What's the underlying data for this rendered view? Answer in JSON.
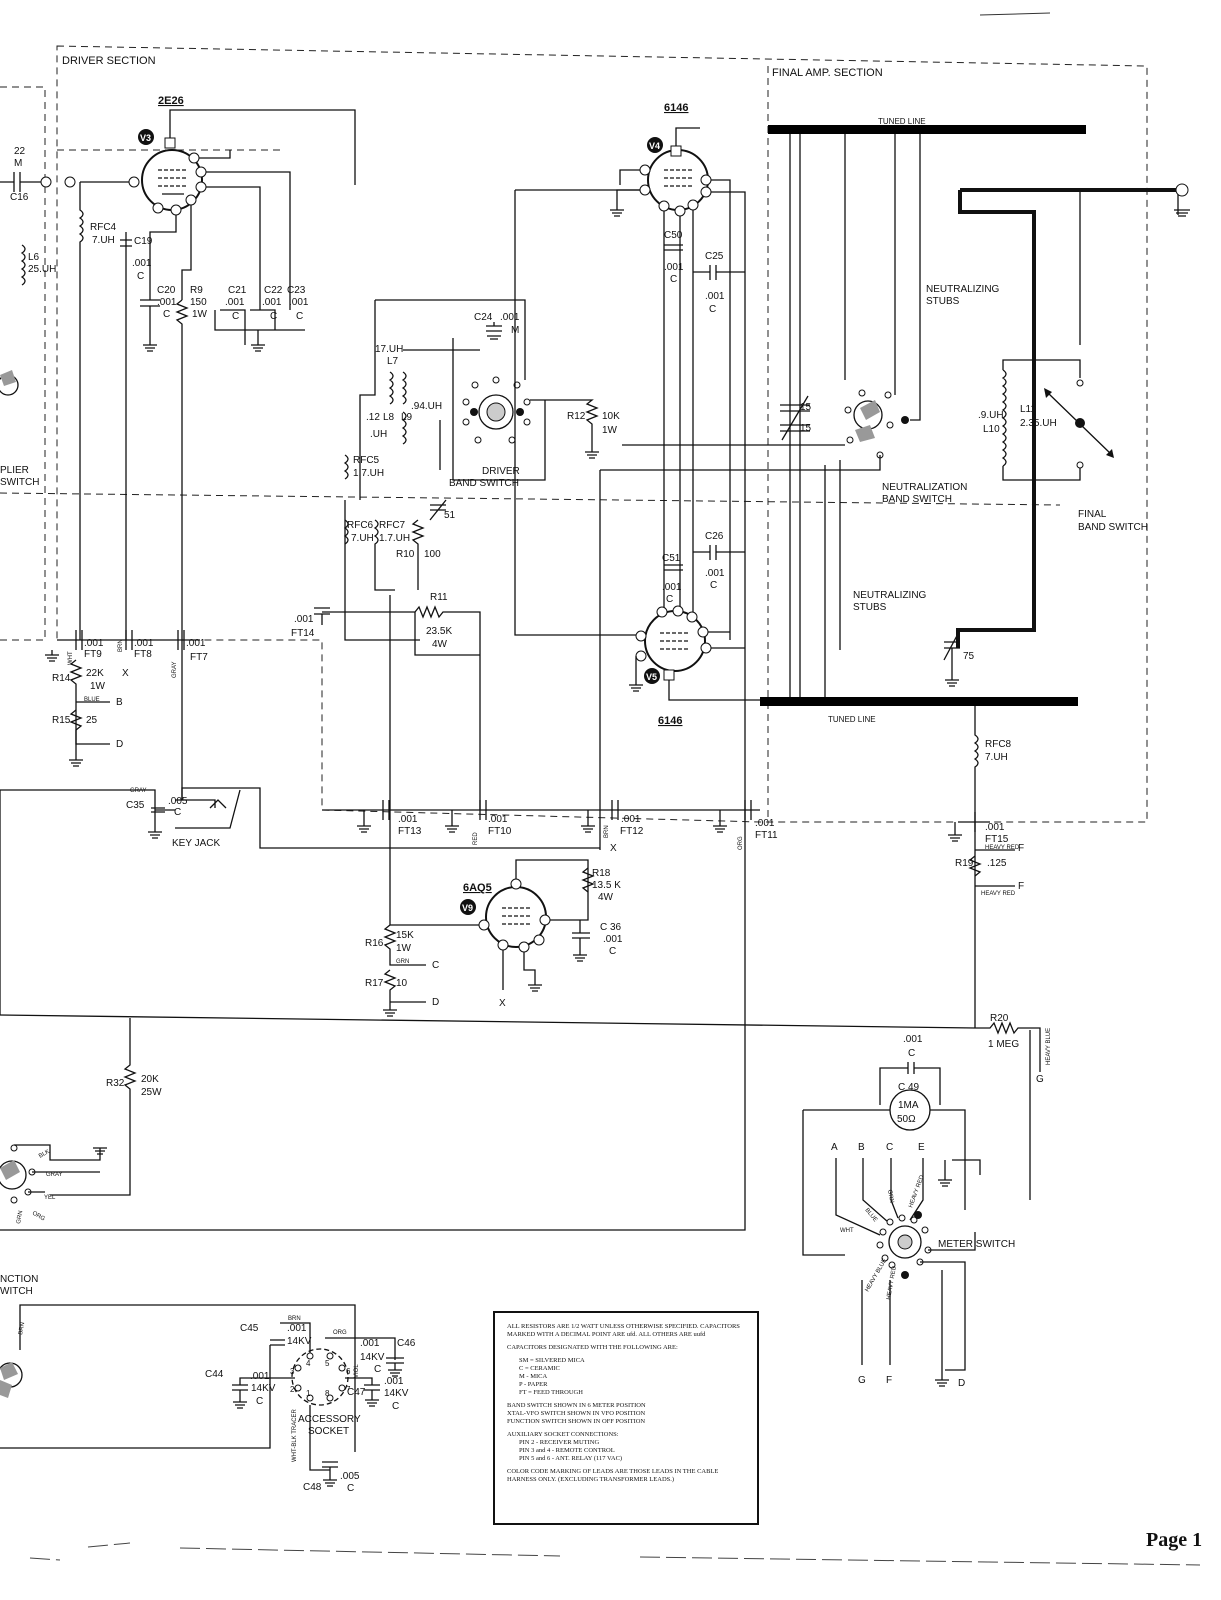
{
  "sections": {
    "driver": "DRIVER SECTION",
    "final_amp": "FINAL AMP. SECTION"
  },
  "tubes": {
    "v3": {
      "type": "2E26",
      "ref": "V3"
    },
    "v4": {
      "type": "6146",
      "ref": "V4"
    },
    "v5": {
      "type": "6146",
      "ref": "V5"
    },
    "v9": {
      "type": "6AQ5",
      "ref": "V9"
    }
  },
  "tuned_line": {
    "top": "TUNED LINE",
    "bottom": "TUNED LINE"
  },
  "stubs": {
    "upper": [
      "NEUTRALIZING",
      "STUBS"
    ],
    "lower": [
      "NEUTRALIZING",
      "STUBS"
    ]
  },
  "switches": {
    "neutralization": [
      "NEUTRALIZATION",
      "BAND SWITCH"
    ],
    "final": [
      "FINAL",
      "BAND SWITCH"
    ],
    "driver": [
      "DRIVER",
      "BAND SWITCH"
    ],
    "meter": "METER SWITCH",
    "multiplier": [
      "PLIER",
      "SWITCH"
    ],
    "function": [
      "NCTION",
      "WITCH"
    ],
    "key_jack": "KEY JACK",
    "accessory": [
      "ACCESSORY",
      "SOCKET"
    ]
  },
  "components": {
    "c16": {
      "val": "22",
      "unit": "M",
      "ref": "C16"
    },
    "l6": {
      "ref": "L6",
      "val": "25.UH"
    },
    "rfc4": {
      "ref": "RFC4",
      "val": "7.UH"
    },
    "c19": {
      "ref": "C19",
      "val": ".001",
      "kind": "C"
    },
    "c20": {
      "ref": "C20",
      "val": ".001",
      "kind": "C"
    },
    "r9": {
      "ref": "R9",
      "val": "150",
      "watt": "1W"
    },
    "c21": {
      "ref": "C21",
      "val": ".001",
      "kind": "C"
    },
    "c22": {
      "ref": "C22",
      "val": ".001",
      "kind": "C"
    },
    "c23": {
      "ref": "C23",
      "val": ".001",
      "kind": "C"
    },
    "c24": {
      "ref": "C24",
      "val": ".001",
      "kind": "M"
    },
    "l7": {
      "ref": "L7",
      "val": "17.UH"
    },
    "l8": {
      "ref": "L8",
      "val": ".12",
      "unit": ".UH"
    },
    "l9": {
      "ref": "L9",
      "val": ".94.UH"
    },
    "r12": {
      "ref": "R12",
      "val": "10K",
      "watt": "1W"
    },
    "rfc5": {
      "ref": "RFC5",
      "val": "1.7.UH"
    },
    "rfc6": {
      "ref": "RFC6",
      "val": "7.UH"
    },
    "rfc7": {
      "ref": "RFC7",
      "val": "1.7.UH"
    },
    "r10": {
      "ref": "R10",
      "val": "100"
    },
    "c51_trim": {
      "val": "51"
    },
    "r11": {
      "ref": "R11",
      "val": "23.5K",
      "watt": "4W"
    },
    "c50": {
      "ref": "C50",
      "val": ".001",
      "kind": "C"
    },
    "c25": {
      "ref": "C25",
      "val": ".001",
      "kind": "C"
    },
    "c51": {
      "ref": "C51",
      "val": ".001",
      "kind": "C"
    },
    "c26": {
      "ref": "C26",
      "val": ".001",
      "kind": "C"
    },
    "c15a": {
      "val": "15"
    },
    "c15b": {
      "val": "15"
    },
    "l10": {
      "ref": "L10",
      "val": ".9.UH"
    },
    "l11": {
      "ref": "L11",
      "val": "2.35.UH"
    },
    "c75": {
      "val": "75"
    },
    "rfc8": {
      "ref": "RFC8",
      "val": "7.UH"
    },
    "ft15": {
      "ref": "FT15",
      "val": ".001"
    },
    "r19": {
      "ref": "R19",
      "val": ".125"
    },
    "r14": {
      "ref": "R14",
      "val": "22K",
      "watt": "1W"
    },
    "r15": {
      "ref": "R15",
      "val": "25"
    },
    "ft9": {
      "ref": "FT9",
      "val": ".001"
    },
    "ft8": {
      "ref": "FT8",
      "val": ".001"
    },
    "ft7": {
      "ref": "FT7",
      "val": ".001"
    },
    "ft14": {
      "ref": "FT14",
      "val": ".001"
    },
    "c35": {
      "ref": "C35",
      "val": ".005",
      "kind": "C"
    },
    "ft13": {
      "ref": "FT13",
      "val": ".001"
    },
    "ft10": {
      "ref": "FT10",
      "val": ".001"
    },
    "ft12": {
      "ref": "FT12",
      "val": ".001"
    },
    "ft11": {
      "ref": "FT11",
      "val": ".001"
    },
    "r18": {
      "ref": "R18",
      "val": "13.5 K",
      "watt": "4W"
    },
    "c36": {
      "ref": "C 36",
      "val": ".001",
      "kind": "C"
    },
    "r16": {
      "ref": "R16",
      "val": "15K",
      "watt": "1W"
    },
    "r17": {
      "ref": "R17",
      "val": "10"
    },
    "r20": {
      "ref": "R20",
      "val": "1 MEG"
    },
    "r32": {
      "ref": "R32",
      "val": "20K",
      "watt": "25W"
    },
    "c49": {
      "ref": "C 49",
      "val": ".001",
      "kind": "C"
    },
    "meter": {
      "range": "1MA",
      "ohms": "50Ω"
    },
    "c45": {
      "ref": "C45",
      "val": ".001",
      "kv": "14KV"
    },
    "c46": {
      "ref": "C46",
      "val": ".001",
      "kv": "14KV",
      "kind": "C"
    },
    "c44": {
      "ref": "C44",
      "val": ".001",
      "kv": "14KV",
      "kind": "C"
    },
    "c47": {
      "ref": "C47",
      "val": ".001",
      "kv": "14KV",
      "kind": "C"
    },
    "c48": {
      "ref": "C48",
      "val": ".005",
      "kind": "C"
    }
  },
  "wire_colors": {
    "wht": "WHT",
    "brn": "BRN",
    "gray": "GRAY",
    "blue": "BLUE",
    "grn": "GRN",
    "red": "RED",
    "org": "ORG",
    "blk": "BLK",
    "yel": "YEL",
    "heavy_red": "HEAVY RED",
    "heavy_blue": "HEAVY BLUE",
    "wht_blk_tracer": "WHT-BLK TRACER",
    "viol": "VIOL"
  },
  "terminals": {
    "a": "A",
    "b": "B",
    "c": "C",
    "d": "D",
    "e": "E",
    "f": "F",
    "g": "G",
    "x": "X"
  },
  "notes": [
    "ALL RESISTORS ARE 1/2 WATT UNLESS OTHERWISE SPECIFIED. CAPACITORS MARKED WITH A DECIMAL POINT ARE ufd. ALL OTHERS ARE uufd",
    "CAPACITORS DESIGNATED WITH THE FOLLOWING ARE:",
    "SM = SILVERED MICA",
    "C = CERAMIC",
    "M - MICA",
    "P - PAPER",
    "FT = FEED THROUGH",
    "BAND SWITCH SHOWN IN 6 METER POSITION",
    "XTAL-VFO SWITCH SHOWN IN VFO POSITION",
    "FUNCTION SWITCH SHOWN IN OFF POSITION",
    "AUXILIARY SOCKET CONNECTIONS:",
    "PIN 2 - RECEIVER MUTING",
    "PIN 3 and 4 - REMOTE CONTROL",
    "PIN 5 and 6 - ANT. RELAY (117 VAC)",
    "COLOR CODE MARKING OF LEADS ARE THOSE LEADS IN THE CABLE HARNESS ONLY. (EXCLUDING TRANSFORMER LEADS.)"
  ],
  "page": "Page 1"
}
